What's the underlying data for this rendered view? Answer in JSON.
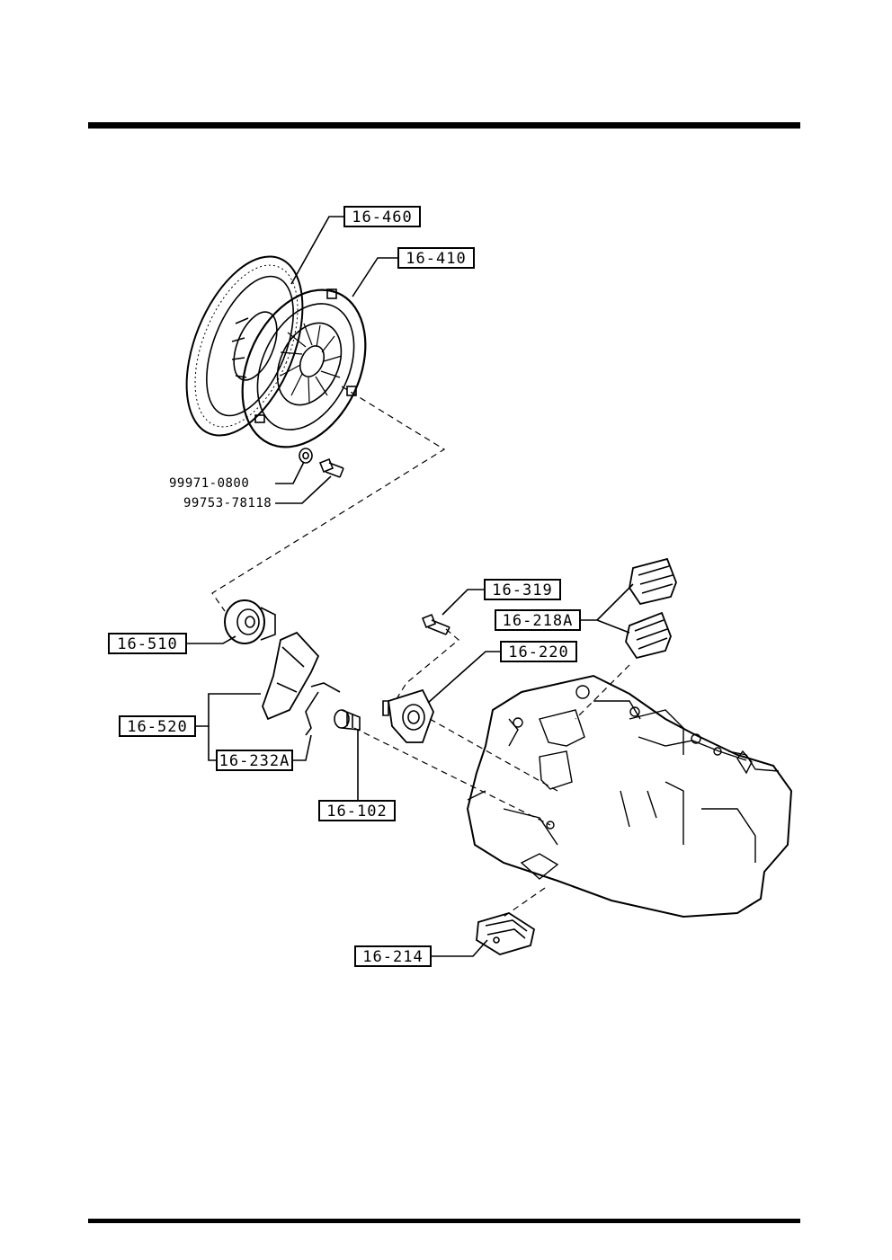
{
  "callouts": {
    "c16_460": "16-460",
    "c16_410": "16-410",
    "c16_319": "16-319",
    "c16_218A": "16-218A",
    "c16_220": "16-220",
    "c16_510": "16-510",
    "c16_520": "16-520",
    "c16_232A": "16-232A",
    "c16_102": "16-102",
    "c16_214": "16-214"
  },
  "plain_labels": {
    "washer": "99971-0800",
    "bolt": "99753-78118"
  }
}
